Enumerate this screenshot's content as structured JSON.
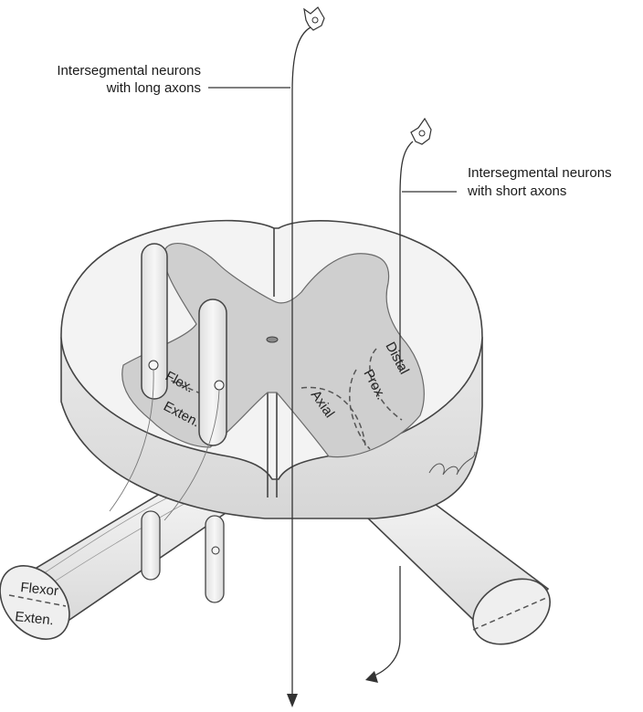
{
  "labels": {
    "long_axons_line1": "Intersegmental neurons",
    "long_axons_line2": "with long axons",
    "short_axons_line1": "Intersegmental neurons",
    "short_axons_line2": "with short axons"
  },
  "left_gray_matter": {
    "flex": "Flex.",
    "exten": "Exten."
  },
  "right_gray_matter": {
    "distal": "Distal",
    "prox": "Prox.",
    "axial": "Axial"
  },
  "ventral_root": {
    "flexor": "Flexor",
    "exten": "Exten."
  },
  "colors": {
    "white_matter": "#f3f3f3",
    "gray_matter": "#cfcfcf",
    "outline": "#444444"
  }
}
